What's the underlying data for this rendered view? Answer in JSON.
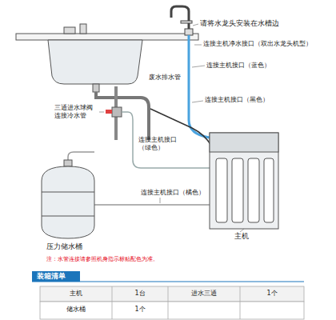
{
  "diagram": {
    "nodes": [
      {
        "text": [
          "装箱清单"
        ]
      }
    ],
    "labels": [
      "请将水龙头安装在水槽边",
      "连接主机净水接口（双出水龙头机型）",
      "连接主机接口（蓝色）",
      "废水排水管",
      "连接主机接口（黑色）",
      "三通进水球阀 连接冷水管",
      "连接主机接口（绿色）",
      "连接主机接口（橘色）",
      "压力储水桶",
      "主机",
      "注：水管连接请参照机身指示标贴配色为准。",
      "主机",
      "1台",
      "进水三通",
      "1个",
      "储水桶",
      "1个"
    ]
  }
}
